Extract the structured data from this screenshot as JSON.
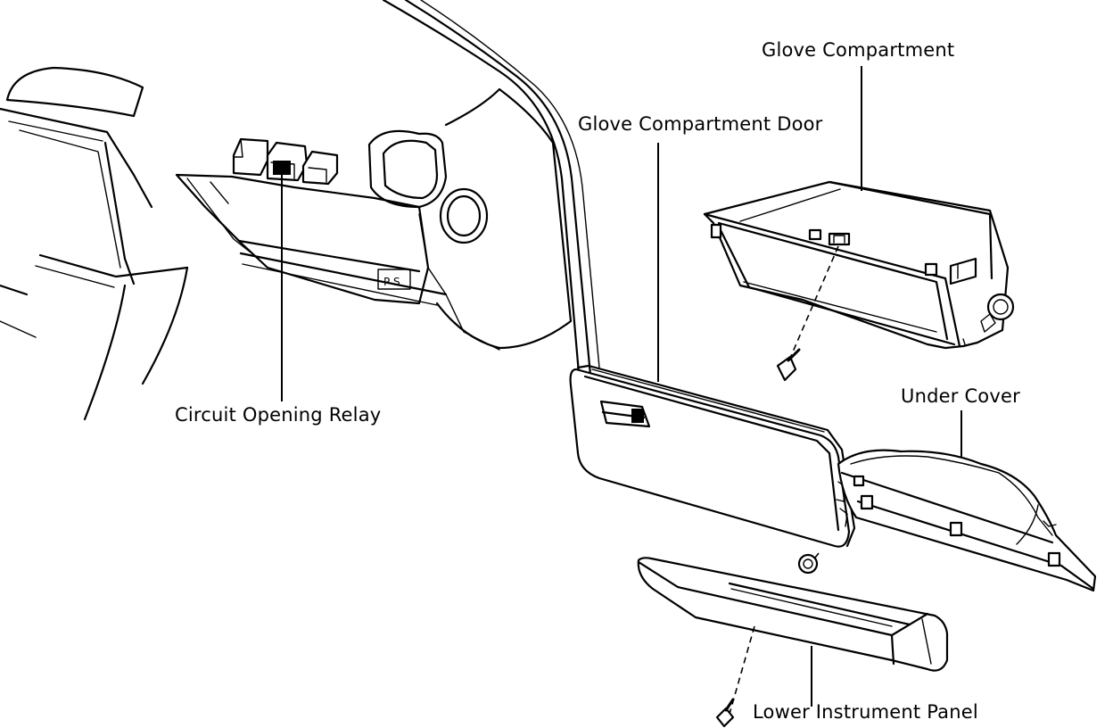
{
  "labels": {
    "glove_compartment": "Glove Compartment",
    "glove_compartment_door": "Glove Compartment Door",
    "circuit_opening_relay": "Circuit Opening Relay",
    "under_cover": "Under Cover",
    "lower_instrument_panel": "Lower Instrument Panel"
  }
}
